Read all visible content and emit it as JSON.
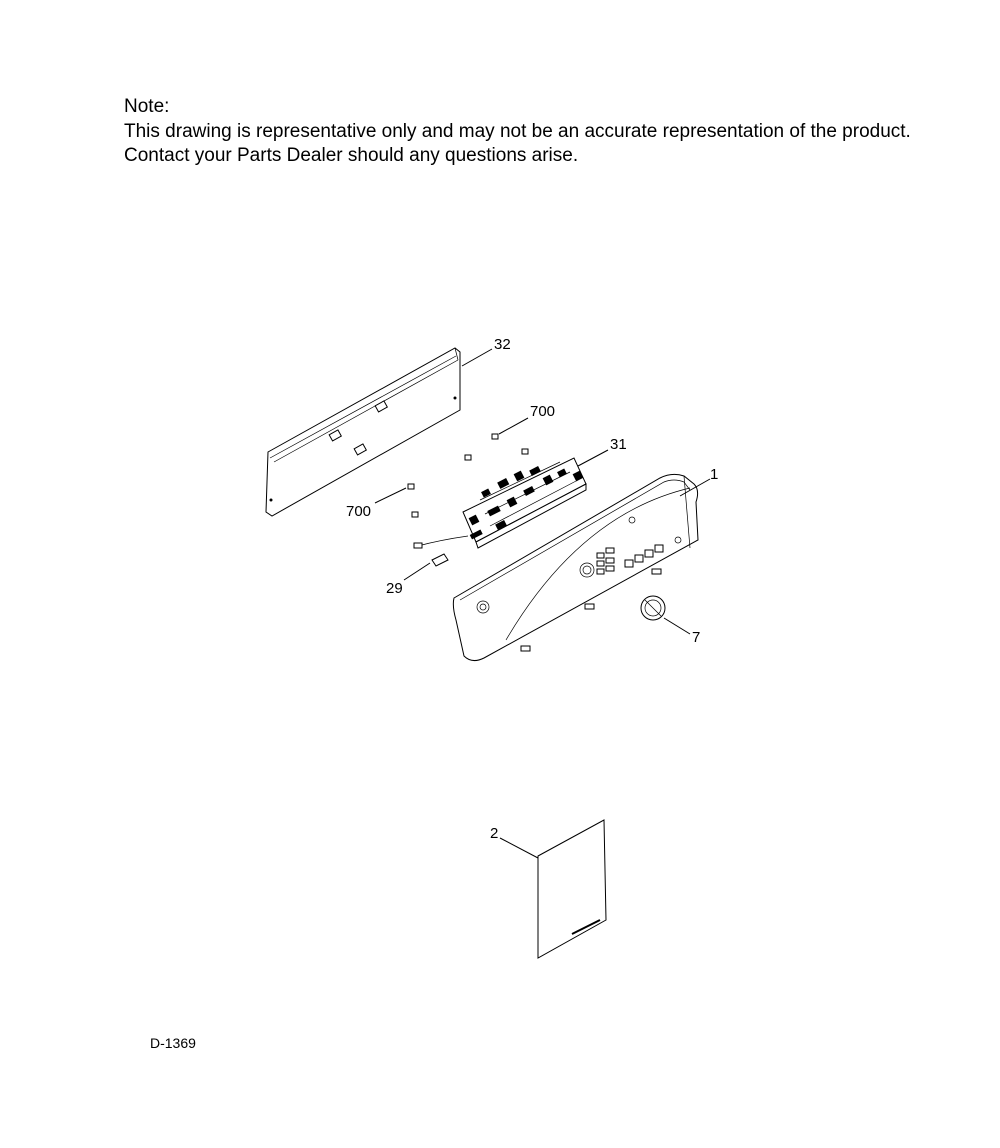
{
  "note": {
    "heading": "Note:",
    "line1": "This drawing is representative only and may not be an accurate representation of the product.",
    "line2": "Contact your Parts Dealer should any questions arise."
  },
  "callouts": {
    "p32": "32",
    "p700a": "700",
    "p31": "31",
    "p1": "1",
    "p700b": "700",
    "p29": "29",
    "p7": "7",
    "p2": "2"
  },
  "document_id": "D-1369"
}
